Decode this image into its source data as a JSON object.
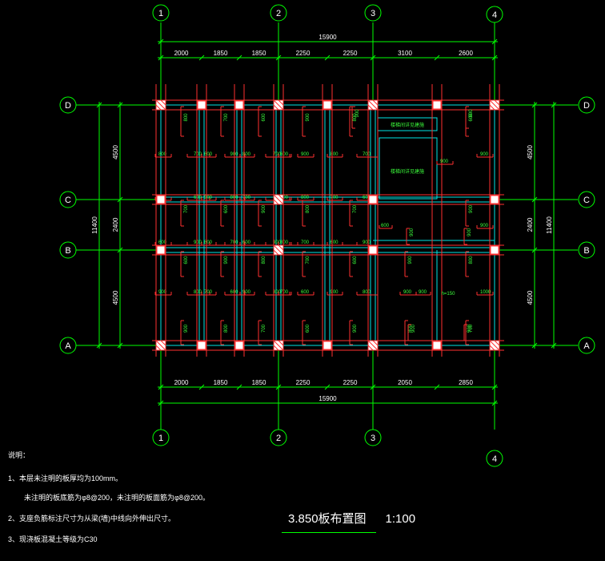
{
  "drawing": {
    "title": "3.850板布置图",
    "scale": "1:100",
    "colors": {
      "background": "#000000",
      "grid_line": "#00ff00",
      "beam": "#00e5e5",
      "rebar": "#ff3030",
      "rebar_text": "#3cff3c",
      "text": "#ffffff",
      "column": "#ffffff"
    },
    "axes": {
      "vertical": [
        "1",
        "2",
        "3",
        "4"
      ],
      "horizontal": [
        "D",
        "C",
        "B",
        "A"
      ]
    },
    "dims": {
      "top_total": "15900",
      "top_segments": [
        "2000",
        "1850",
        "1850",
        "2250",
        "2250",
        "3100",
        "2600"
      ],
      "bottom_segments": [
        "2000",
        "1850",
        "1850",
        "2250",
        "2250",
        "2050",
        "2850"
      ],
      "bottom_total": "15900",
      "left_segments": [
        "4500",
        "2400",
        "4500"
      ],
      "left_total": "11400",
      "right_segments": [
        "4500",
        "2400",
        "4500"
      ],
      "right_total": "11400"
    },
    "labels": {
      "opening1": "楼梯间详见建施",
      "opening2": "楼梯间详见建施",
      "slab_thk": "h=150"
    },
    "rebar_values": [
      "800",
      "700",
      "600",
      "900",
      "1000"
    ]
  },
  "notes": {
    "heading": "说明：",
    "line1": "1、本层未注明的板厚均为100mm。",
    "line2": "未注明的板底筋为φ8@200，未注明的板面筋为φ8@200。",
    "line3": "2、支座负筋标注尺寸为从梁(墙)中线向外伸出尺寸。",
    "line4": "3、现浇板混凝土等级为C30"
  }
}
